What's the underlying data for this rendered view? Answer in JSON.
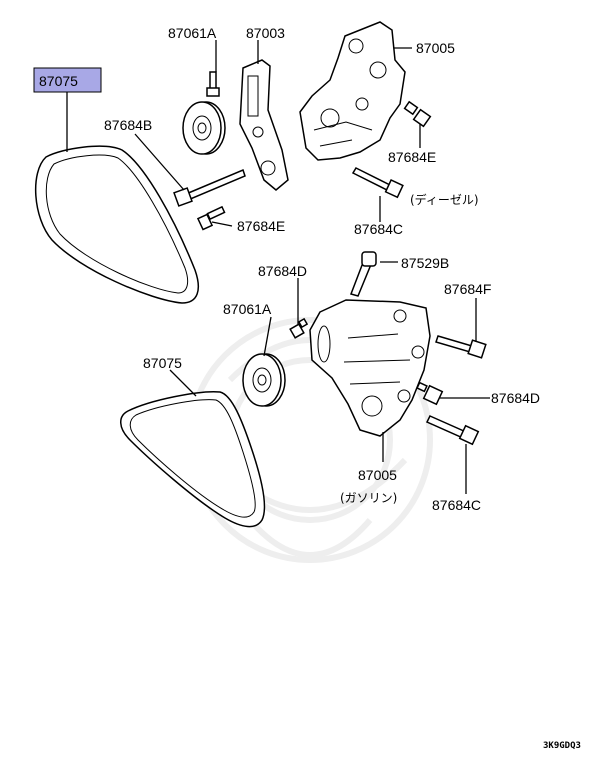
{
  "colors": {
    "highlight": "#a8a8e6",
    "line": "#000000",
    "watermark": "#eeeeee"
  },
  "labels": {
    "belt_top": "87075",
    "idler_top": "87061A",
    "tensioner_bracket": "87003",
    "bracket_top": "87005",
    "bolt_b": "87684B",
    "bolt_e_right": "87684E",
    "bolt_e_left": "87684E",
    "diesel_note": "(ディーゼル)",
    "bolt_c_top": "87684C",
    "bolt_d_top": "87684D",
    "bolt_87529b": "87529B",
    "idler_bottom": "87061A",
    "bolt_f": "87684F",
    "belt_bottom": "87075",
    "bolt_d_right": "87684D",
    "bracket_bottom": "87005",
    "gasoline_note": "(ガソリン)",
    "bolt_c_bottom": "87684C"
  },
  "footer_code": "3K9GDQ3"
}
